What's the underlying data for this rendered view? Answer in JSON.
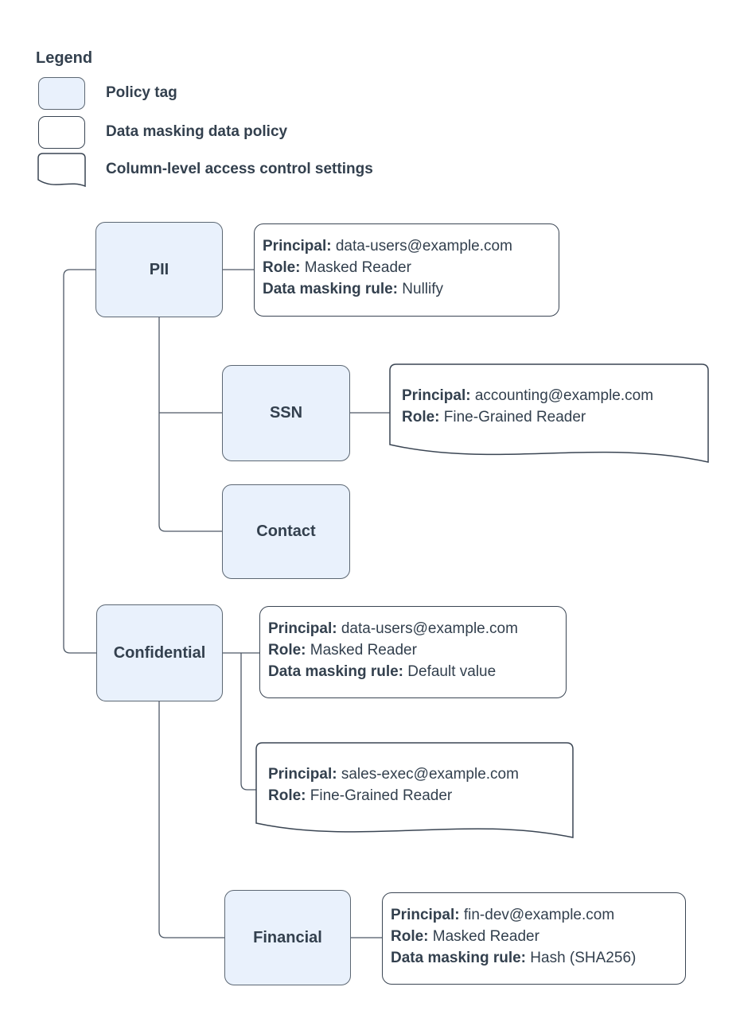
{
  "legend": {
    "title": "Legend",
    "items": [
      {
        "swatch": "policy-tag-swatch",
        "label": "Policy tag"
      },
      {
        "swatch": "data-policy-swatch",
        "label": "Data masking data policy"
      },
      {
        "swatch": "column-access-swatch",
        "label": "Column-level access control settings"
      }
    ]
  },
  "colors": {
    "policy_tag_fill": "#e9f1fc",
    "policy_tag_border": "#5c6773",
    "box_border": "#3a4553",
    "text": "#33404e",
    "connector": "#4d5866"
  },
  "nodes": {
    "pii": {
      "label": "PII"
    },
    "ssn": {
      "label": "SSN"
    },
    "contact": {
      "label": "Contact"
    },
    "confidential": {
      "label": "Confidential"
    },
    "financial": {
      "label": "Financial"
    }
  },
  "policies": {
    "pii": {
      "type": "data-masking-policy",
      "lines": [
        {
          "label": "Principal:",
          "value": "data-users@example.com"
        },
        {
          "label": "Role:",
          "value": "Masked Reader"
        },
        {
          "label": "Data masking rule:",
          "value": "Nullify"
        }
      ]
    },
    "ssn": {
      "type": "column-level-access-control",
      "lines": [
        {
          "label": "Principal:",
          "value": "accounting@example.com"
        },
        {
          "label": "Role:",
          "value": "Fine-Grained Reader"
        }
      ]
    },
    "confidential": {
      "type": "data-masking-policy",
      "lines": [
        {
          "label": "Principal:",
          "value": "data-users@example.com"
        },
        {
          "label": "Role:",
          "value": "Masked Reader"
        },
        {
          "label": "Data masking rule:",
          "value": "Default value"
        }
      ]
    },
    "sales": {
      "type": "column-level-access-control",
      "lines": [
        {
          "label": "Principal:",
          "value": "sales-exec@example.com"
        },
        {
          "label": "Role:",
          "value": "Fine-Grained Reader"
        }
      ]
    },
    "financial": {
      "type": "data-masking-policy",
      "lines": [
        {
          "label": "Principal:",
          "value": "fin-dev@example.com"
        },
        {
          "label": "Role:",
          "value": "Masked Reader"
        },
        {
          "label": "Data masking rule:",
          "value": "Hash (SHA256)"
        }
      ]
    }
  }
}
